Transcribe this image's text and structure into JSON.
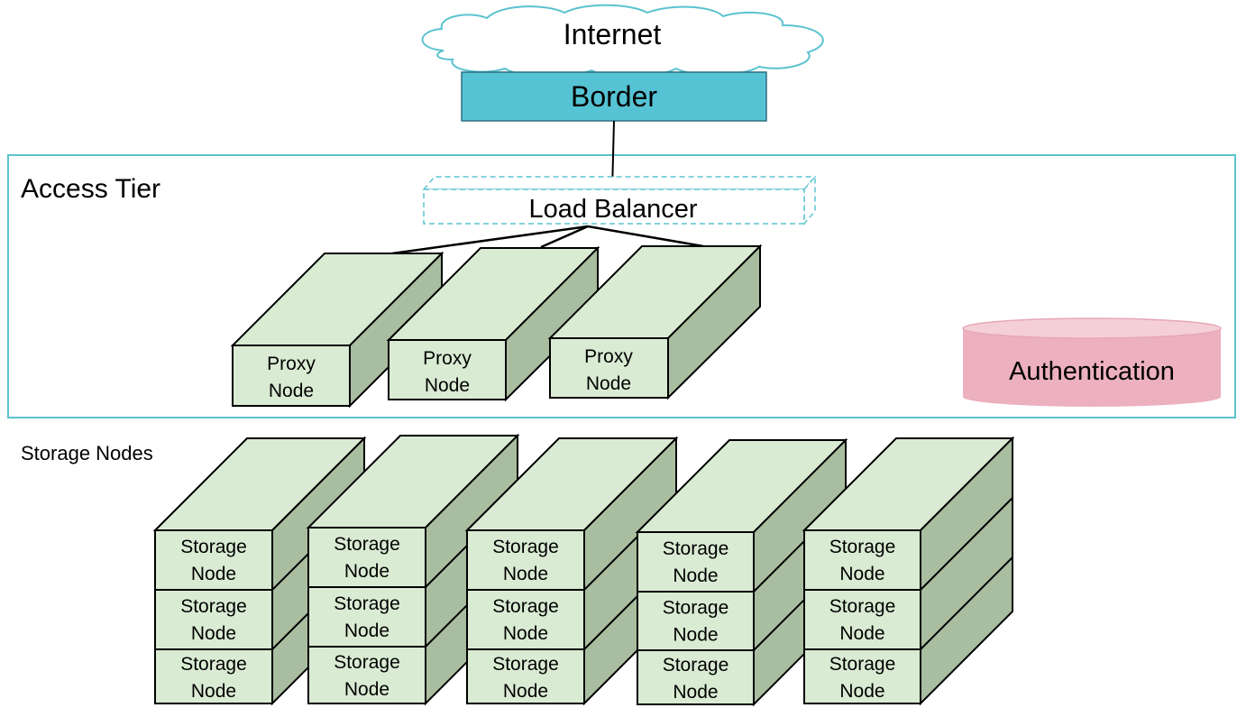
{
  "internet": {
    "label": "Internet"
  },
  "border": {
    "label": "Border"
  },
  "access_tier": {
    "label": "Access Tier"
  },
  "load_balancer": {
    "label": "Load Balancer"
  },
  "proxy_nodes": [
    {
      "line1": "Proxy",
      "line2": "Node"
    },
    {
      "line1": "Proxy",
      "line2": "Node"
    },
    {
      "line1": "Proxy",
      "line2": "Node"
    }
  ],
  "authentication": {
    "label": "Authentication"
  },
  "storage_section": {
    "label": "Storage Nodes"
  },
  "storage_node": {
    "line1": "Storage",
    "line2": "Node"
  },
  "storage_columns": 5,
  "storage_rows": 3,
  "colors": {
    "cloud_stroke": "#5bc3cf",
    "border_fill": "#56c3d5",
    "tier_stroke": "#5bc3cf",
    "node_front": "#d9ebd3",
    "node_side": "#a9bea0",
    "auth_fill": "#ecb0be"
  }
}
